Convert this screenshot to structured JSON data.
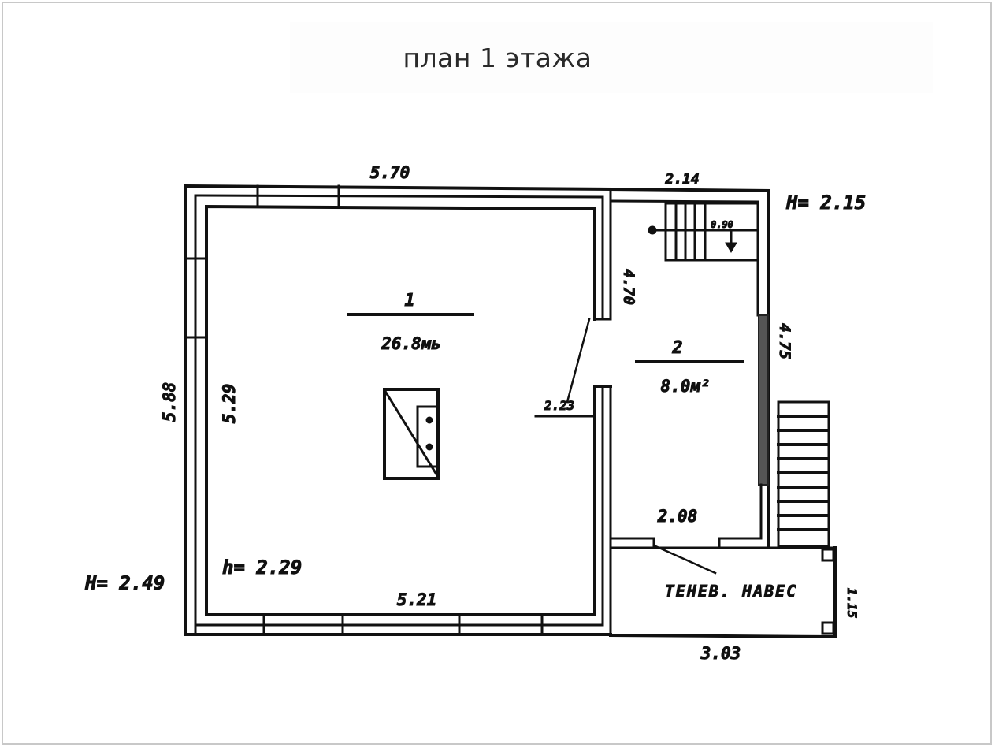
{
  "title": "план 1 этажа",
  "rooms": [
    {
      "number": "1",
      "area": "26.8м²",
      "area_text": "26.8мь"
    },
    {
      "number": "2",
      "area": "8.0м²",
      "area_text": "8.0м²"
    }
  ],
  "dimensions": {
    "top_main": "5.70",
    "top_annex": "2.14",
    "left_outer": "5.88",
    "left_inner": "5.29",
    "bottom_inner": "5.21",
    "annex_partition": "4.70",
    "annex_right": "4.75",
    "door_width": "2.23",
    "porch_inner": "2.08",
    "porch_bottom": "3.03",
    "porch_side": "1.15",
    "stair_landing": "0.90"
  },
  "heights": {
    "annex_outer": "H= 2.15",
    "main_outer": "H= 2.49",
    "main_inner": "h= 2.29"
  },
  "labels": {
    "canopy": "ТЕНЕВ. НАВЕС"
  },
  "symbols": [
    "stove-icon",
    "staircase-icon",
    "porch-steps-icon"
  ]
}
